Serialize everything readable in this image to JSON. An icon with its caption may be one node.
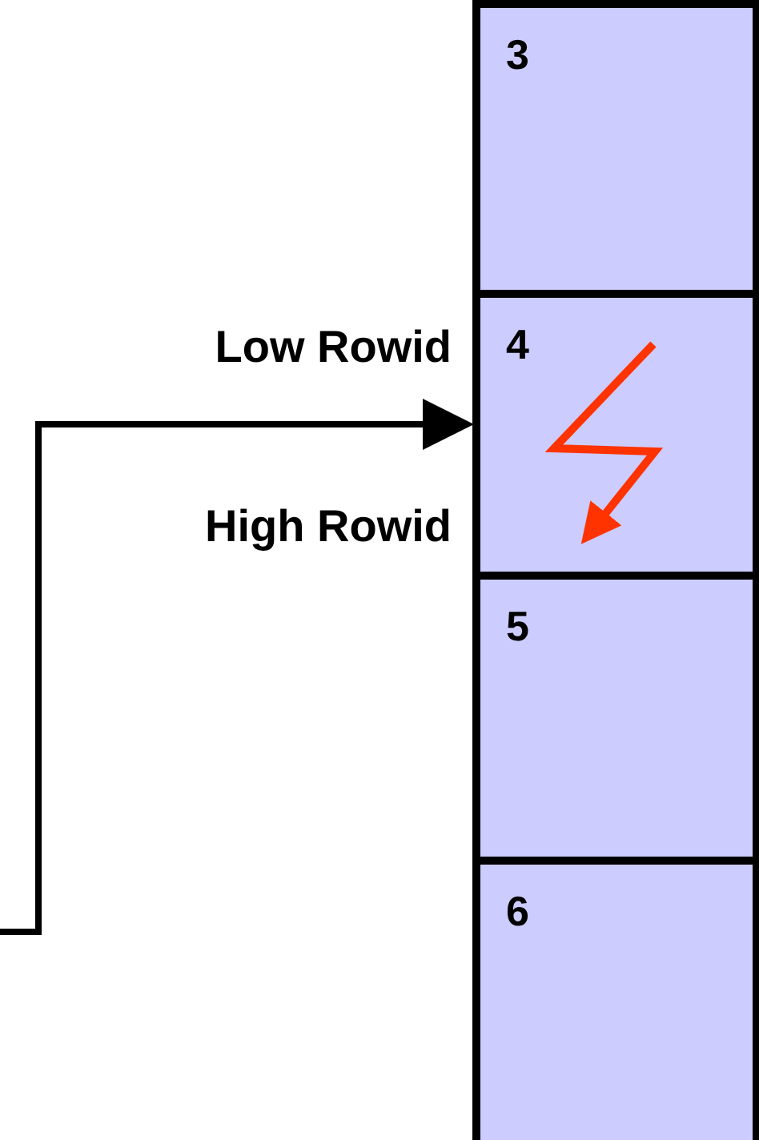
{
  "diagram": {
    "nodes": [
      {
        "text": [
          "3"
        ]
      },
      {
        "text": [
          "4"
        ],
        "beside": [
          "Low Rowid",
          "High Rowid"
        ]
      },
      {
        "text": [
          "5"
        ]
      },
      {
        "text": [
          "6"
        ]
      }
    ],
    "edges": [
      {
        "from": null,
        "to": 1,
        "arrow": "to"
      }
    ]
  }
}
